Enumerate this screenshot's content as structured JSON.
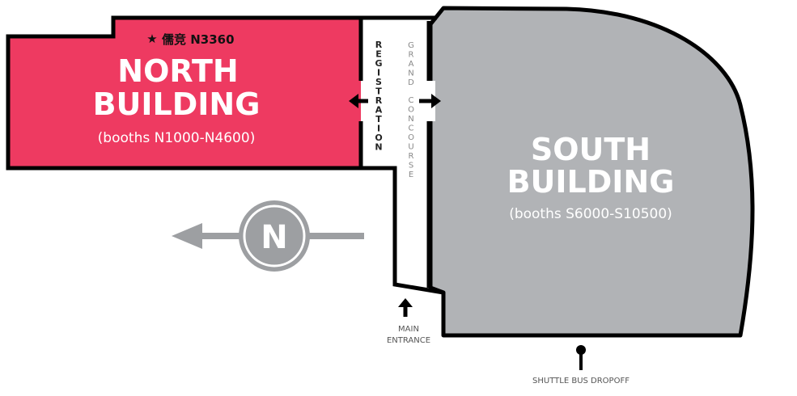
{
  "colors": {
    "north": "#ee3a61",
    "south": "#b1b3b6",
    "compass": "#9d9fa2",
    "outline": "#000000"
  },
  "north_building": {
    "marker_icon": "star-icon",
    "marker_star": "★",
    "marker_label": "儒竞  N3360",
    "title_line1": "NORTH",
    "title_line2": "BUILDING",
    "booths": "(booths N1000-N4600)"
  },
  "south_building": {
    "title_line1": "SOUTH",
    "title_line2": "BUILDING",
    "booths": "(booths S6000-S10500)"
  },
  "corridor": {
    "registration": [
      "R",
      "E",
      "G",
      "I",
      "S",
      "T",
      "R",
      "A",
      "T",
      "I",
      "O",
      "N"
    ],
    "grand": [
      "G",
      "R",
      "A",
      "N",
      "D"
    ],
    "concourse": [
      "C",
      "O",
      "N",
      "C",
      "O",
      "U",
      "R",
      "S",
      "E"
    ]
  },
  "compass": {
    "letter": "N"
  },
  "main_entrance": {
    "line1": "MAIN",
    "line2": "ENTRANCE"
  },
  "shuttle": {
    "label": "SHUTTLE BUS DROPOFF"
  }
}
